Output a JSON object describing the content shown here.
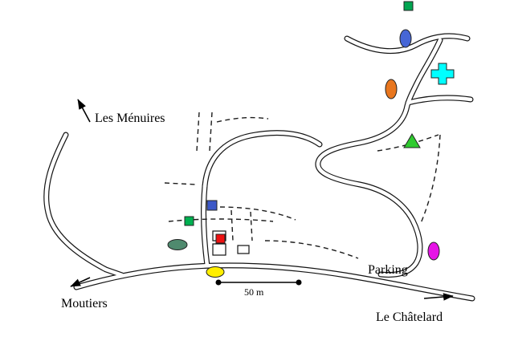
{
  "labels": {
    "les_menuires": "Les Ménuires",
    "moutiers": "Moutiers",
    "le_chatelard": "Le Châtelard",
    "parking": "Parking",
    "scale": "50 m"
  },
  "colors": {
    "background": "#ffffff",
    "road_casing": "#141414",
    "road_fill": "#ffffff",
    "parking_text": "#2222dd"
  },
  "markers": {
    "green_square_top": {
      "shape": "square",
      "color": "#00a550"
    },
    "blue_ellipse": {
      "shape": "ellipse",
      "color": "#4666d6"
    },
    "cyan_cross": {
      "shape": "cross",
      "color": "#00ffff"
    },
    "orange_ellipse": {
      "shape": "ellipse",
      "color": "#e8761e"
    },
    "green_triangle": {
      "shape": "triangle",
      "color": "#2fca2f"
    },
    "blue_square": {
      "shape": "square",
      "color": "#3c58c8"
    },
    "green_square_village": {
      "shape": "square",
      "color": "#00b050"
    },
    "red_square": {
      "shape": "square",
      "color": "#ee1111"
    },
    "teal_ellipse": {
      "shape": "ellipse",
      "color": "#4f8a6e"
    },
    "yellow_ellipse": {
      "shape": "ellipse",
      "color": "#ffee00"
    },
    "magenta_ellipse": {
      "shape": "ellipse",
      "color": "#e613e6"
    }
  },
  "scale_bar": {
    "length_label": "50 m"
  }
}
